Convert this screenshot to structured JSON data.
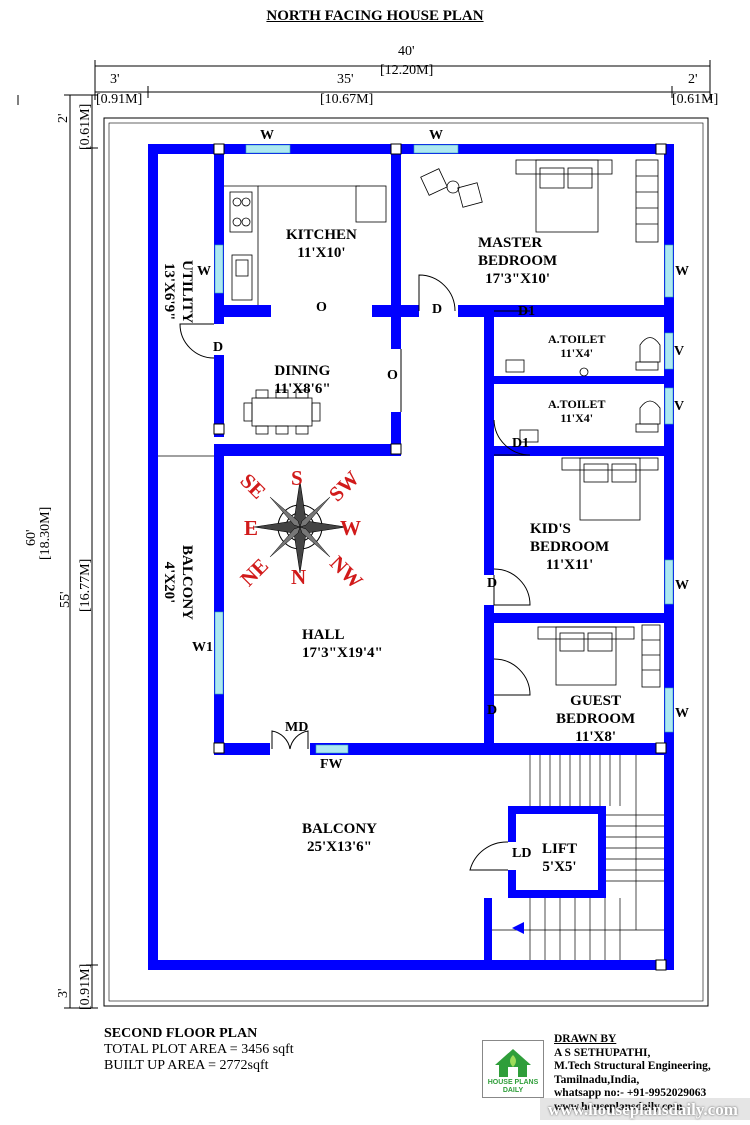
{
  "title": "NORTH FACING HOUSE PLAN",
  "dimensions": {
    "total_width_ft": "40'",
    "total_width_m": "[12.20M]",
    "left_setback_ft": "3'",
    "left_setback_m": "[0.91M]",
    "center_ft": "35'",
    "center_m": "[10.67M]",
    "right_setback_ft": "2'",
    "right_setback_m": "[0.61M]",
    "top_setback_ft": "2'",
    "top_setback_m": "[0.61M]",
    "total_depth_ft": "60'",
    "total_depth_m": "[18.30M]",
    "inner_depth_ft": "55'",
    "inner_depth_m": "[16.77M]",
    "bottom_setback_ft": "3'",
    "bottom_setback_m": "[0.91M]"
  },
  "rooms": {
    "kitchen": {
      "name": "KITCHEN",
      "size": "11'X10'"
    },
    "master": {
      "name": "MASTER",
      "name2": "BEDROOM",
      "size": "17'3\"X10'"
    },
    "utility": {
      "name": "UTILITY",
      "size": "13'X6'9\""
    },
    "dining": {
      "name": "DINING",
      "size": "11'X8'6\""
    },
    "toilet1": {
      "name": "A.TOILET",
      "size": "11'X4'"
    },
    "toilet2": {
      "name": "A.TOILET",
      "size": "11'X4'"
    },
    "kids": {
      "name": "KID'S",
      "name2": "BEDROOM",
      "size": "11'X11'"
    },
    "balcony_side": {
      "name": "BALCONY",
      "size": "4'X20'"
    },
    "hall": {
      "name": "HALL",
      "size": "17'3\"X19'4\""
    },
    "guest": {
      "name": "GUEST",
      "name2": "BEDROOM",
      "size": "11'X8'"
    },
    "balcony_front": {
      "name": "BALCONY",
      "size": "25'X13'6\""
    },
    "lift": {
      "name": "LIFT",
      "size": "5'X5'"
    }
  },
  "labels": {
    "window": "W",
    "ventilator": "V",
    "door": "D",
    "door1": "D1",
    "opening": "O",
    "main_door": "MD",
    "french_window": "FW",
    "window1": "W1",
    "lift_door": "LD"
  },
  "compass": {
    "se": "SE",
    "s": "S",
    "sw": "SW",
    "e": "E",
    "w": "W",
    "ne": "NE",
    "n": "N",
    "nw": "NW"
  },
  "footer": {
    "plan_name": "SECOND FLOOR PLAN",
    "plot_area": "TOTAL PLOT AREA = 3456 sqft",
    "built_area": "BUILT UP AREA = 2772sqft"
  },
  "credits": {
    "drawn_by": "DRAWN BY",
    "name": "A S SETHUPATHI,",
    "degree": "M.Tech Structural Engineering,",
    "location": "Tamilnadu,India,",
    "whatsapp": "whatsapp no:- +91-9952029063",
    "website": "www.houseplansdaily.com",
    "watermark": "www.houseplansdaily.com",
    "logo_text1": "HOUSE PLANS",
    "logo_text2": "DAILY"
  },
  "colors": {
    "wall": "#0000ff",
    "window": "#aee8f2",
    "compass_text": "#d11a1a",
    "logo_green": "#2f9e3a"
  }
}
